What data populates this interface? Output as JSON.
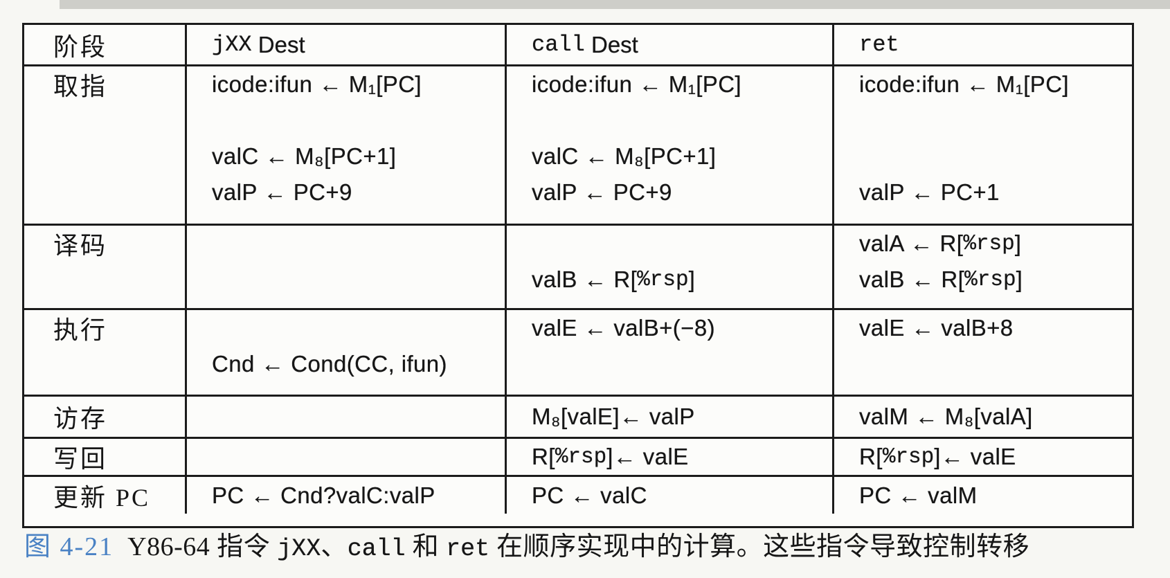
{
  "colors": {
    "figure_number_blue": "#4a82c4",
    "ink": "#161616",
    "table_border": "#1b1b1b",
    "page_background": "#f7f7f3",
    "scan_band_gray": "#c7c7c1"
  },
  "code_tokens": [
    "%rsp"
  ],
  "table": {
    "header": {
      "stage_label": "阶段",
      "columns": [
        {
          "code": "jXX",
          "rest": " Dest"
        },
        {
          "code": "call",
          "rest": " Dest"
        },
        {
          "code": "ret",
          "rest": ""
        }
      ]
    },
    "rows": [
      {
        "stage": "取指",
        "cells": {
          "jxx": [
            "icode:ifun ← M₁[PC]",
            "",
            "valC ← M₈[PC+1]",
            "valP ← PC+9"
          ],
          "call": [
            "icode:ifun ← M₁[PC]",
            "",
            "valC ← M₈[PC+1]",
            "valP ← PC+9"
          ],
          "ret": [
            "icode:ifun ← M₁[PC]",
            "",
            "",
            "valP ← PC+1"
          ]
        }
      },
      {
        "stage": "译码",
        "cells": {
          "jxx": [
            "",
            ""
          ],
          "call": [
            "",
            "valB ← R[%rsp]"
          ],
          "ret": [
            "valA ← R[%rsp]",
            "valB ← R[%rsp]"
          ]
        }
      },
      {
        "stage": "执行",
        "cells": {
          "jxx": [
            "",
            "Cnd ← Cond(CC, ifun)"
          ],
          "call": [
            "valE ← valB+(−8)",
            ""
          ],
          "ret": [
            "valE ← valB+8",
            ""
          ]
        }
      },
      {
        "stage": "访存",
        "cells": {
          "jxx": [
            ""
          ],
          "call": [
            "M₈[valE]← valP"
          ],
          "ret": [
            "valM ← M₈[valA]"
          ]
        }
      },
      {
        "stage": "写回",
        "cells": {
          "jxx": [
            ""
          ],
          "call": [
            "R[%rsp]← valE"
          ],
          "ret": [
            "R[%rsp]← valE"
          ]
        }
      },
      {
        "stage": "更新 PC",
        "cells": {
          "jxx": [
            "PC ← Cnd?valC:valP"
          ],
          "call": [
            "PC ← valC"
          ],
          "ret": [
            "PC ← valM"
          ]
        }
      }
    ]
  },
  "caption": {
    "figure_label": "图 4-21",
    "full_text": "图 4-21  Y86-64 指令 jXX、call 和 ret 在顺序实现中的计算。这些指令导致控制转移",
    "segments": [
      {
        "text": "图 4-21",
        "style": "fig"
      },
      {
        "text": "  Y86-64 指令 ",
        "style": "cjk"
      },
      {
        "text": "jXX",
        "style": "tt"
      },
      {
        "text": "、",
        "style": "cjk"
      },
      {
        "text": "call",
        "style": "tt"
      },
      {
        "text": " 和 ",
        "style": "cjk"
      },
      {
        "text": "ret",
        "style": "tt"
      },
      {
        "text": " 在顺序实现中的计算。这些指令导致控制转移",
        "style": "cjk"
      }
    ]
  }
}
